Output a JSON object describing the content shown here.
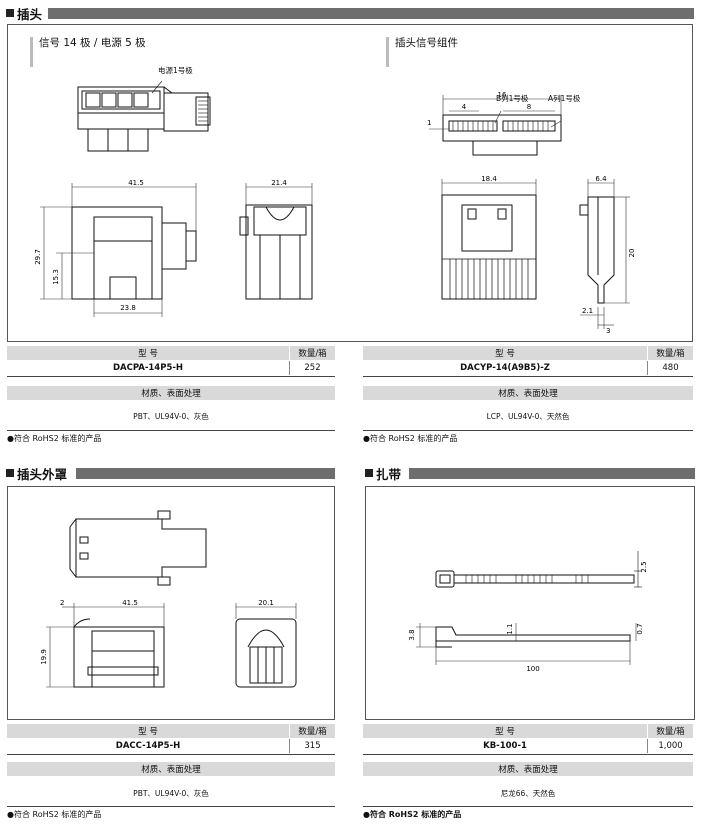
{
  "sections": {
    "plug": {
      "title": "插头"
    },
    "plug_cover": {
      "title": "插头外罩"
    },
    "tie": {
      "title": "扎带"
    }
  },
  "plug_panel": {
    "left_heading": "信号 14 极 / 电源 5 极",
    "right_heading": "插头信号组件",
    "label_power": "电源1号极",
    "label_b": "B列1号极",
    "label_a": "A列1号极",
    "dims_left": {
      "w": "41.5",
      "h1": "29.7",
      "h2": "15.3",
      "b": "23.8",
      "side": "21.4"
    },
    "dims_right": {
      "top": "16",
      "a": "4",
      "b": "8",
      "c": "1",
      "w": "18.4",
      "side": "6.4",
      "h": "20",
      "s1": "2.1",
      "s2": "3"
    }
  },
  "cover_panel": {
    "dims": {
      "a": "2",
      "w": "41.5",
      "h": "19.9",
      "side": "20.1"
    }
  },
  "tie_panel": {
    "dims": {
      "t": "2.5",
      "h1": "3.8",
      "h2": "1.1",
      "h3": "0.7",
      "len": "100"
    }
  },
  "tables": {
    "t1": {
      "col_model": "型 号",
      "col_qty": "数量/箱",
      "model": "DACPA-14P5-H",
      "qty": "252",
      "material_header": "材质、表面处理",
      "material": "PBT、UL94V-0、灰色",
      "note": "●符合 RoHS2 标准的产品"
    },
    "t2": {
      "col_model": "型 号",
      "col_qty": "数量/箱",
      "model": "DACYP-14(A9B5)-Z",
      "qty": "480",
      "material_header": "材质、表面处理",
      "material": "LCP、UL94V-0、天然色",
      "note": "●符合 RoHS2 标准的产品"
    },
    "t3": {
      "col_model": "型 号",
      "col_qty": "数量/箱",
      "model": "DACC-14P5-H",
      "qty": "315",
      "material_header": "材质、表面处理",
      "material": "PBT、UL94V-0、灰色",
      "note": "●符合 RoHS2 标准的产品"
    },
    "t4": {
      "col_model": "型 号",
      "col_qty": "数量/箱",
      "model": "KB-100-1",
      "qty": "1,000",
      "material_header": "材质、表面处理",
      "material": "尼龙66、天然色",
      "note": "●符合 RoHS2 标准的产品"
    }
  }
}
